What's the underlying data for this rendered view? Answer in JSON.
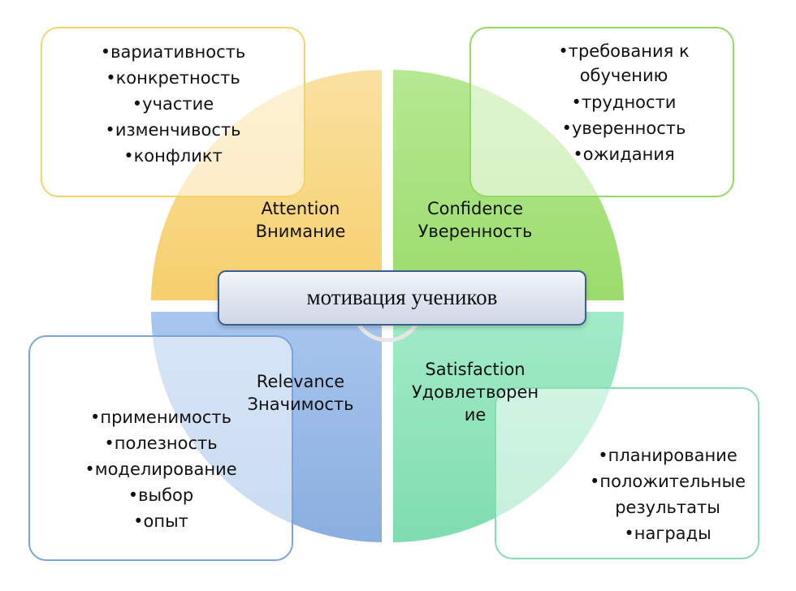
{
  "center": {
    "title": "мотивация учеников"
  },
  "quadrants": {
    "attention": {
      "label_en": "Attention",
      "label_ru": "Внимание",
      "color": "#f8d57e",
      "items": [
        "вариативность",
        "конкретность",
        "участие",
        "изменчивость",
        "конфликт"
      ]
    },
    "confidence": {
      "label_en": "Confidence",
      "label_ru": "Уверенность",
      "color": "#a6e07a",
      "items": [
        "требования к обучению",
        "трудности",
        "уверенность",
        "ожидания"
      ]
    },
    "relevance": {
      "label_en": "Relevance",
      "label_ru": "Значимость",
      "color": "#94b7e6",
      "items": [
        "применимость",
        "полезность",
        "моделирование",
        "выбор",
        "опыт"
      ]
    },
    "satisfaction": {
      "label_en": "Satisfaction",
      "label_ru_line1": "Удовлетворен",
      "label_ru_line2": "ие",
      "color": "#8fe3bd",
      "items": [
        "планирование",
        "положительные результаты",
        "награды"
      ]
    }
  }
}
